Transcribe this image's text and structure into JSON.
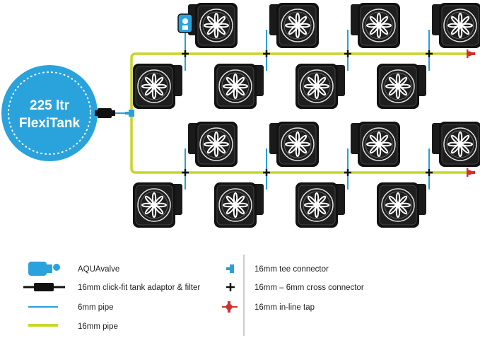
{
  "tank": {
    "line1": "225 ltr",
    "line2": "FlexiTank"
  },
  "legend": {
    "left": [
      {
        "icon": "aquavalve-icon",
        "label": "AQUAvalve"
      },
      {
        "icon": "tank-adaptor-icon",
        "label": "16mm click-fit tank adaptor & filter"
      },
      {
        "icon": "6mm-pipe-icon",
        "label": "6mm pipe"
      },
      {
        "icon": "16mm-pipe-icon",
        "label": "16mm pipe"
      }
    ],
    "right": [
      {
        "icon": "tee-connector-icon",
        "label": "16mm tee connector"
      },
      {
        "icon": "cross-connector-icon",
        "label": "16mm – 6mm cross connector"
      },
      {
        "icon": "inline-tap-icon",
        "label": "16mm in-line tap"
      }
    ]
  },
  "colors": {
    "tank_blue": "#2aa3dc",
    "pipe_16mm": "#c8d62a",
    "pipe_6mm": "#2a9fd8",
    "tap_red": "#d0312d",
    "pot_black": "#1a1a1a"
  }
}
